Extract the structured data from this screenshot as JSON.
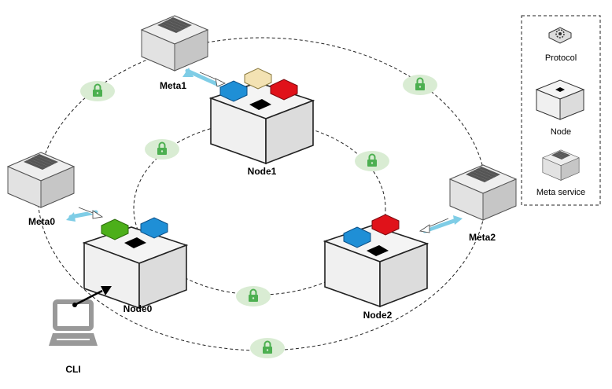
{
  "nodes": {
    "node0": {
      "label": "Node0"
    },
    "node1": {
      "label": "Node1"
    },
    "node2": {
      "label": "Node2"
    }
  },
  "meta": {
    "meta0": {
      "label": "Meta0"
    },
    "meta1": {
      "label": "Meta1"
    },
    "meta2": {
      "label": "Meta2"
    }
  },
  "cli": {
    "label": "CLI"
  },
  "legend": {
    "protocol": "Protocol",
    "node": "Node",
    "meta_service": "Meta service"
  },
  "colors": {
    "protocol_blue": "#1f8fd6",
    "protocol_green": "#4caf1a",
    "protocol_red": "#e0121a",
    "protocol_cream": "#f3e2b3",
    "lock_bg": "#d9ecd3",
    "lock": "#4caf50",
    "arrow": "#7fcde6"
  }
}
